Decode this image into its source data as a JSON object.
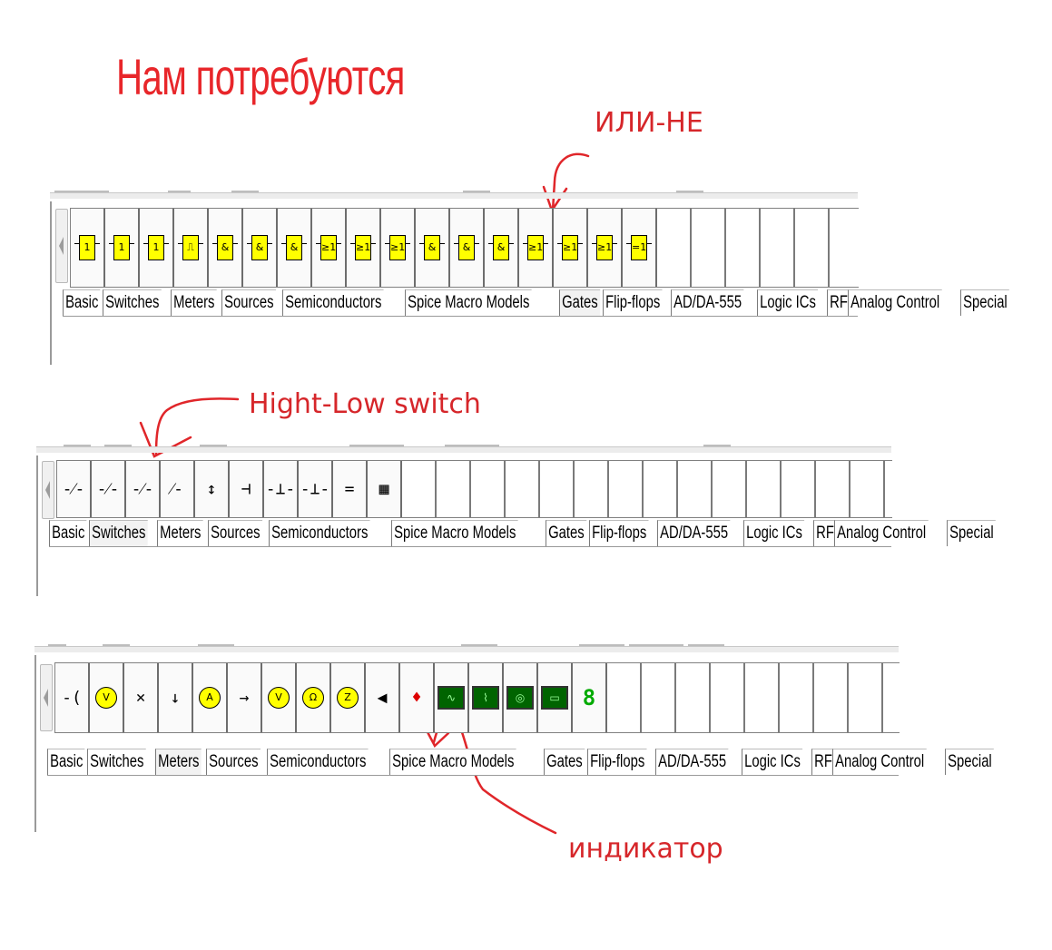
{
  "title": "Нам потребуются",
  "annotations": {
    "nor": "ИЛИ-НЕ",
    "switch": "Hight-Low switch",
    "indicator": "индикатор"
  },
  "tabs": [
    "Basic",
    "Switches",
    "Meters",
    "Sources",
    "Semiconductors",
    "Spice Macro Models",
    "Gates",
    "Flip-flops",
    "AD/DA-555",
    "Logic ICs",
    "RF",
    "Analog Control",
    "Special"
  ],
  "panels": {
    "gates": {
      "active_tab": "Gates",
      "items": [
        {
          "label": "1",
          "name": "buffer-gate-icon"
        },
        {
          "label": "1",
          "name": "tristate-buffer-icon"
        },
        {
          "label": "1",
          "name": "not-gate-icon"
        },
        {
          "label": "⎍",
          "name": "schmitt-trigger-icon"
        },
        {
          "label": "&",
          "name": "and-gate-icon"
        },
        {
          "label": "&",
          "name": "nand-gate-icon"
        },
        {
          "label": "&",
          "name": "and-gate-icon"
        },
        {
          "label": "≥1",
          "name": "or-gate-icon"
        },
        {
          "label": "≥1",
          "name": "or-gate-icon"
        },
        {
          "label": "≥1",
          "name": "or-gate-icon"
        },
        {
          "label": "&",
          "name": "nand-gate-icon"
        },
        {
          "label": "&",
          "name": "nand-gate-icon"
        },
        {
          "label": "&",
          "name": "nand-gate-icon"
        },
        {
          "label": "≥1",
          "name": "nor-gate-icon"
        },
        {
          "label": "≥1",
          "name": "nor-gate-icon"
        },
        {
          "label": "≥1",
          "name": "nor-gate-icon"
        },
        {
          "label": "=1",
          "name": "xor-gate-icon"
        }
      ]
    },
    "switches": {
      "active_tab": "Switches",
      "items": [
        {
          "label": "-⁄-",
          "name": "switch-icon"
        },
        {
          "label": "-⁄-",
          "name": "spdt-switch-icon"
        },
        {
          "label": "-⁄-",
          "name": "high-low-switch-icon"
        },
        {
          "label": "⁄-",
          "name": "timed-switch-icon"
        },
        {
          "label": "↕",
          "name": "relay-icon"
        },
        {
          "label": "⊣",
          "name": "pushbutton-icon"
        },
        {
          "label": "-⊥-",
          "name": "current-switch-icon"
        },
        {
          "label": "-⊥-",
          "name": "voltage-switch-icon"
        },
        {
          "label": "=",
          "name": "dpdt-switch-icon"
        },
        {
          "label": "▦",
          "name": "keypad-icon"
        }
      ]
    },
    "meters": {
      "active_tab": "Meters",
      "items": [
        {
          "label": "-(",
          "name": "probe-icon"
        },
        {
          "label": "V",
          "name": "voltmeter-icon"
        },
        {
          "label": "×",
          "name": "lamp-icon"
        },
        {
          "label": "↓",
          "name": "ground-probe-icon"
        },
        {
          "label": "A",
          "name": "ammeter-icon"
        },
        {
          "label": "→",
          "name": "arrow-icon"
        },
        {
          "label": "V",
          "name": "voltmeter-icon"
        },
        {
          "label": "Ω",
          "name": "ohmmeter-icon"
        },
        {
          "label": "Z",
          "name": "impedance-meter-icon"
        },
        {
          "label": "◀",
          "name": "buzzer-icon"
        },
        {
          "label": "♦",
          "name": "logic-indicator-icon"
        },
        {
          "label": "∿",
          "name": "oscilloscope-icon"
        },
        {
          "label": "⌇",
          "name": "logic-analyzer-icon"
        },
        {
          "label": "◎",
          "name": "bode-plotter-icon"
        },
        {
          "label": "▭",
          "name": "counter-icon"
        },
        {
          "label": "8",
          "name": "seven-segment-display-icon"
        }
      ]
    }
  }
}
